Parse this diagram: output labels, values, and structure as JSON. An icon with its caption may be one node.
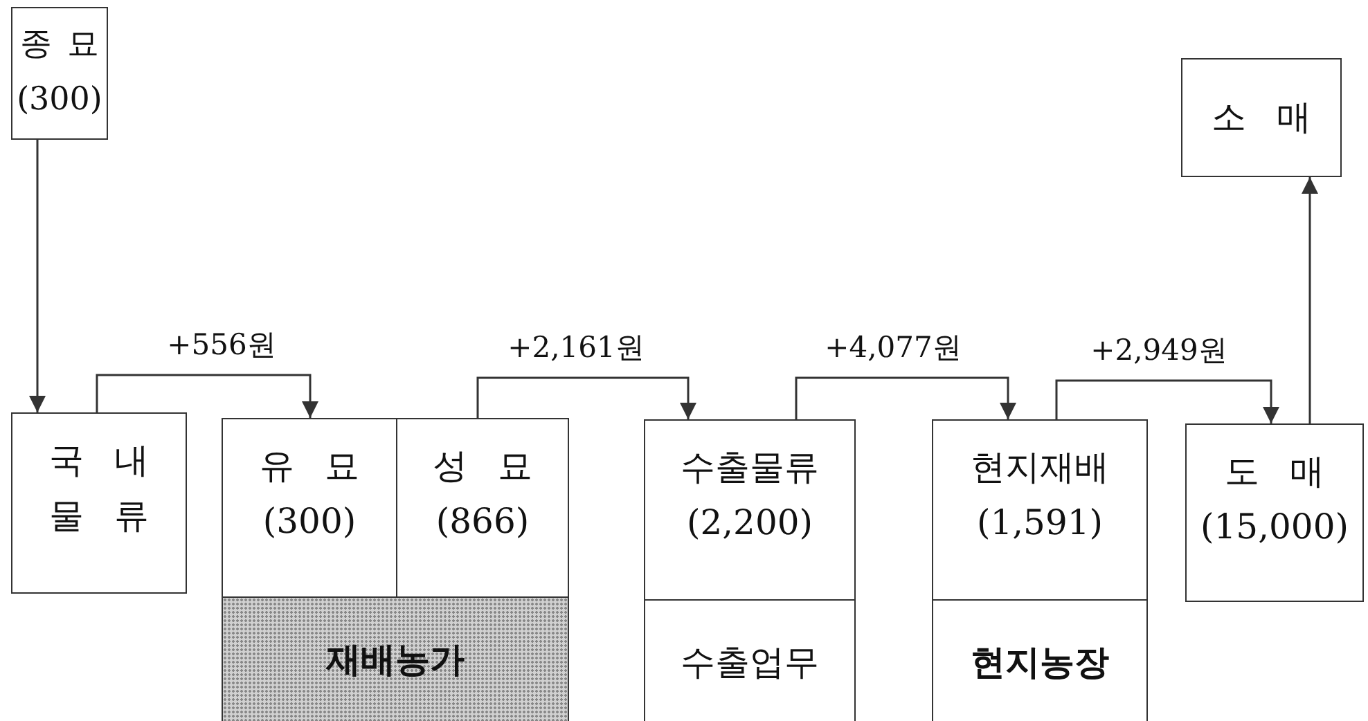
{
  "diagram": {
    "nodes": [
      {
        "text": [
          "종 묘",
          "(300)"
        ]
      },
      {
        "text": [
          "소 매"
        ]
      },
      {
        "text": [
          "국 내 물 류"
        ]
      },
      {
        "text": [
          "유 묘",
          "(300)"
        ]
      },
      {
        "text": [
          "성 묘",
          "(866)"
        ]
      },
      {
        "text": [
          "재배농가"
        ]
      },
      {
        "text": [
          "수출물류",
          "(2,200)"
        ]
      },
      {
        "text": [
          "수출업무"
        ]
      },
      {
        "text": [
          "현지재배",
          "(1,591)"
        ]
      },
      {
        "text": [
          "현지농장"
        ]
      },
      {
        "text": [
          "도 매",
          "(15,000)"
        ]
      }
    ],
    "edges": [
      {
        "from": 0,
        "to": 2,
        "arrow": "to"
      },
      {
        "from": 2,
        "to": 3,
        "arrow": "to",
        "label": "+556원"
      },
      {
        "from": 4,
        "to": 6,
        "arrow": "to",
        "label": "+2,161원"
      },
      {
        "from": 6,
        "to": 8,
        "arrow": "to",
        "label": "+4,077원"
      },
      {
        "from": 8,
        "to": 10,
        "arrow": "to",
        "label": "+2,949원"
      },
      {
        "from": 10,
        "to": 1,
        "arrow": "to"
      }
    ]
  }
}
